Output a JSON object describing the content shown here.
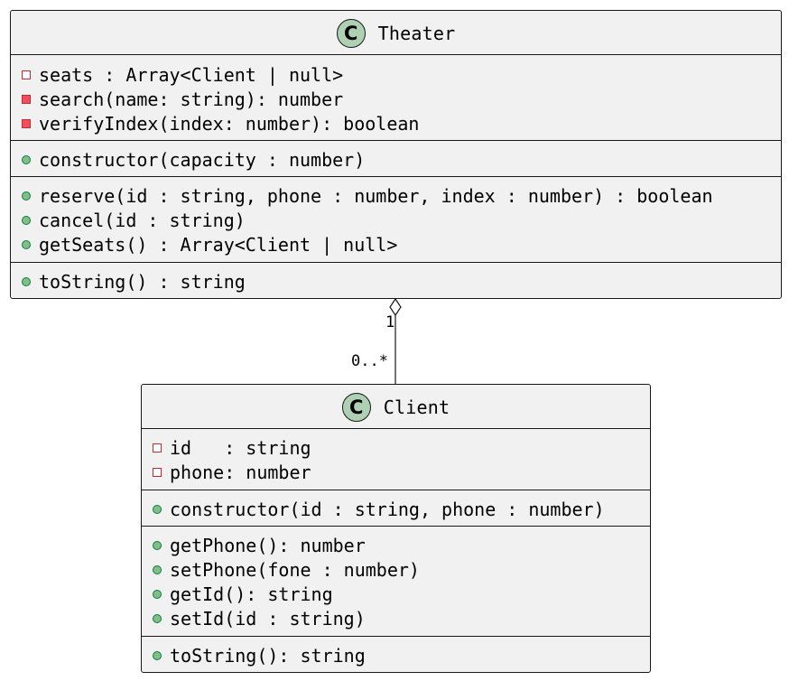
{
  "classes": {
    "theater": {
      "name": "Theater",
      "badge": "C",
      "attributes": [
        {
          "visibility": "private",
          "text": "seats : Array<Client | null>"
        },
        {
          "visibility": "private-method",
          "text": "search(name: string): number"
        },
        {
          "visibility": "private-method",
          "text": "verifyIndex(index: number): boolean"
        }
      ],
      "constructors": [
        {
          "visibility": "public",
          "text": "constructor(capacity : number)"
        }
      ],
      "methods": [
        {
          "visibility": "public",
          "text": "reserve(id : string, phone : number, index : number) : boolean"
        },
        {
          "visibility": "public",
          "text": "cancel(id : string)"
        },
        {
          "visibility": "public",
          "text": "getSeats() : Array<Client | null>"
        }
      ],
      "others": [
        {
          "visibility": "public",
          "text": "toString() : string"
        }
      ]
    },
    "client": {
      "name": "Client",
      "badge": "C",
      "attributes": [
        {
          "visibility": "private",
          "text": "id   : string"
        },
        {
          "visibility": "private",
          "text": "phone: number"
        }
      ],
      "constructors": [
        {
          "visibility": "public",
          "text": "constructor(id : string, phone : number)"
        }
      ],
      "methods": [
        {
          "visibility": "public",
          "text": "getPhone(): number"
        },
        {
          "visibility": "public",
          "text": "setPhone(fone : number)"
        },
        {
          "visibility": "public",
          "text": "getId(): string"
        },
        {
          "visibility": "public",
          "text": "setId(id : string)"
        }
      ],
      "others": [
        {
          "visibility": "public",
          "text": "toString(): string"
        }
      ]
    }
  },
  "association": {
    "type": "aggregation",
    "from": "Theater",
    "to": "Client",
    "from_multiplicity": "1",
    "to_multiplicity": "0..*"
  }
}
